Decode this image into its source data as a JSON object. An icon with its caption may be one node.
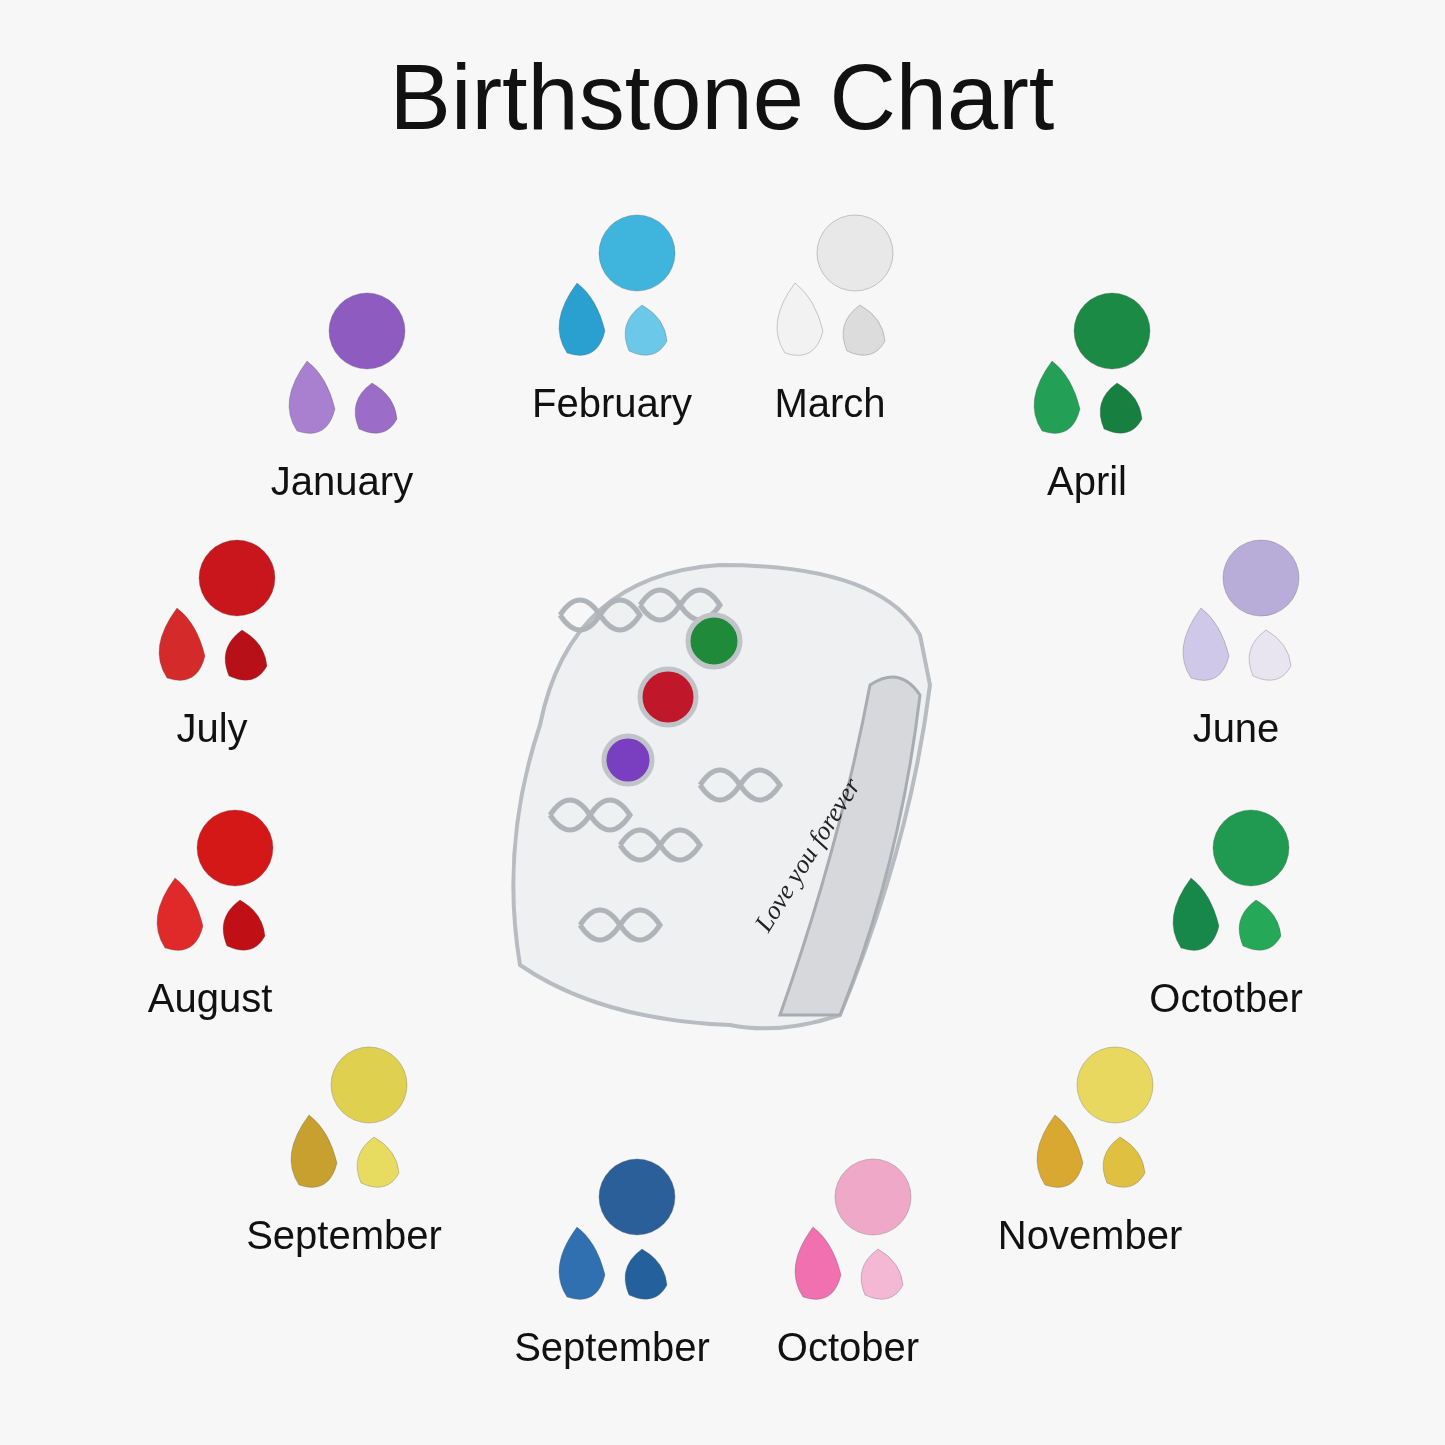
{
  "diagram": {
    "title": "Birthstone Chart",
    "labels": [
      "February",
      "March",
      "January",
      "April",
      "July",
      "June",
      "Love you forever",
      "August",
      "Octotber",
      "September",
      "November",
      "September",
      "October"
    ]
  }
}
